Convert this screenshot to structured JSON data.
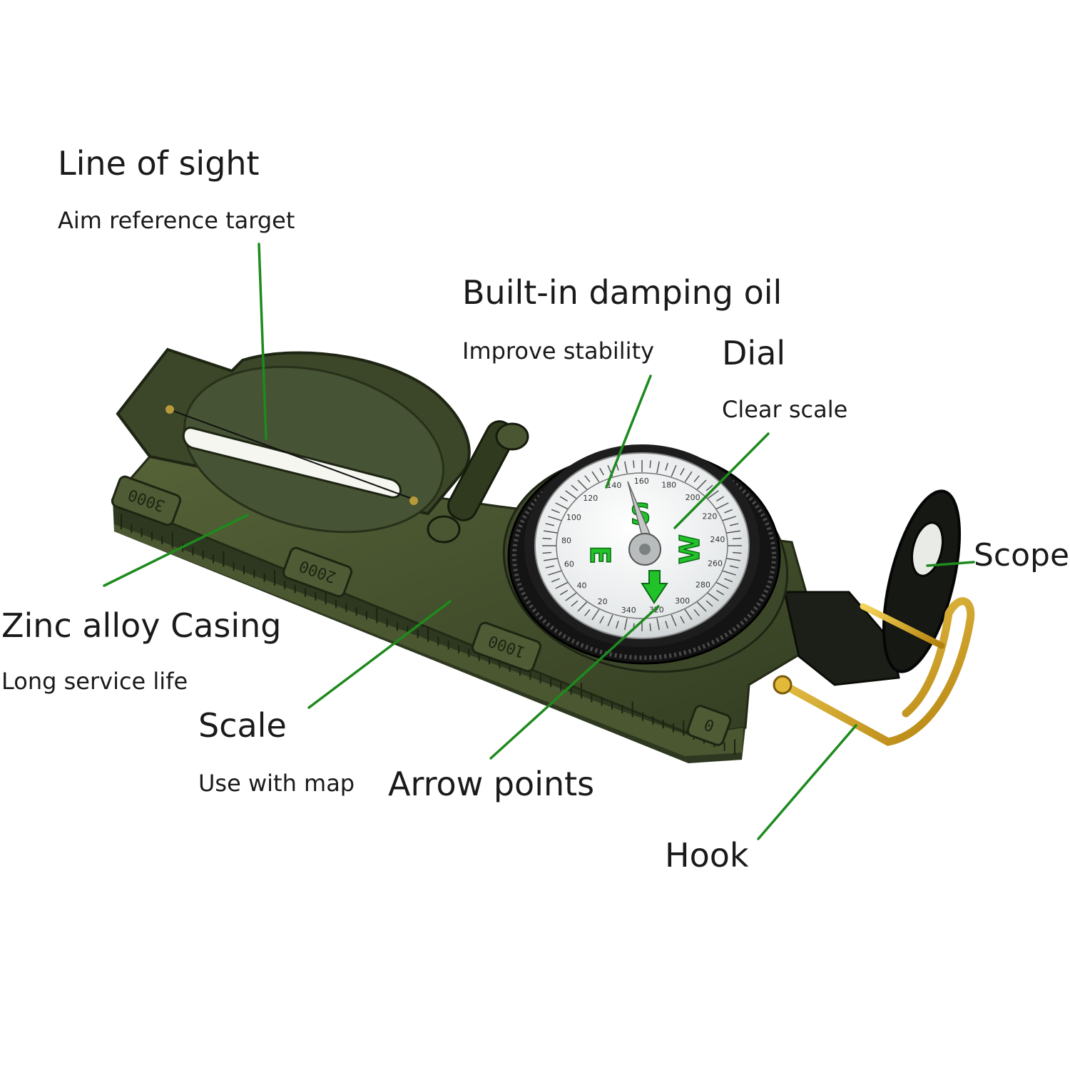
{
  "labels": {
    "line_of_sight": {
      "title": "Line of sight",
      "sub": "Aim reference target"
    },
    "damping_oil": {
      "title": "Built-in damping oil",
      "sub": "Improve stability"
    },
    "dial": {
      "title": "Dial",
      "sub": "Clear scale"
    },
    "scope": {
      "title": "Scope"
    },
    "casing": {
      "title": "Zinc alloy Casing",
      "sub": "Long service life"
    },
    "scale": {
      "title": "Scale",
      "sub": "Use with map"
    },
    "arrow_points": {
      "title": "Arrow points"
    },
    "hook": {
      "title": "Hook"
    }
  },
  "compass_markings": {
    "ruler": [
      "3000",
      "2000",
      "1000",
      "0"
    ],
    "cardinals": {
      "s": "S",
      "e": "E",
      "w": "W"
    },
    "dial_numbers": [
      "140",
      "160",
      "180",
      "200",
      "220",
      "240",
      "260",
      "280",
      "300",
      "320",
      "340",
      "20",
      "40",
      "60",
      "80",
      "100",
      "120"
    ]
  },
  "colors": {
    "leader_line": "#1e8a1e",
    "casing": "#3f4a2b",
    "casing_dark": "#2c3520",
    "casing_light": "#56633c",
    "cardinal": "#22c32a",
    "hook": "#d8a51a"
  }
}
